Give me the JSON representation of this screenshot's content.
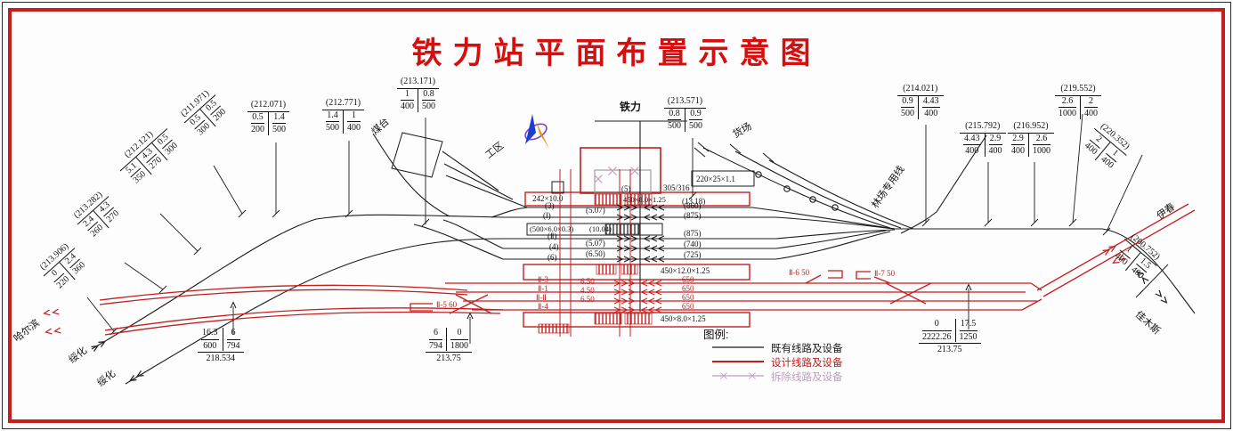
{
  "title": "铁力站平面布置示意图",
  "colors": {
    "design": "#c41e1e",
    "existing": "#1a1a1a",
    "demolish": "#bf9fbf",
    "title": "#d40f0f"
  },
  "legend": {
    "heading": "图例:",
    "existing": "既有线路及设备",
    "design": "设计线路及设备",
    "demolish": "拆除线路及设备"
  },
  "directions": {
    "harbin": "哈尔滨",
    "suihua_a": "绥化",
    "suihua_b": "绥化",
    "yichun": "伊春",
    "jiamusi": "佳木斯"
  },
  "areas": {
    "station": "铁力",
    "coal": "煤台",
    "work": "工区",
    "freight": "货场",
    "forest": "林场专用线"
  },
  "structures": {
    "p_top": "242×10.0",
    "p_top2": "450×8.0×1.25",
    "p_mid": "(500×6.0×0.3)",
    "p_mid2": "(10.04)",
    "p_low": "450×12.0×1.25",
    "p_bot": "450×8.0×1.25",
    "scale_box": "220×25×1.1",
    "n5": "(5)",
    "n5v": "305/316",
    "n13": "(13.18)"
  },
  "tracks": {
    "e3": "(3)",
    "e3u": "(860)",
    "e1": "(Ⅰ)",
    "e1l": "(5.07)",
    "e1u": "(875)",
    "e2": "(Ⅱ)",
    "e2u": "(875)",
    "e4": "(4)",
    "e4l": "(5.07)",
    "e4u": "(740)",
    "e6": "(6)",
    "e6l": "(6.50)",
    "e6u": "(725)",
    "d3": "Ⅱ-3",
    "d3l": "6.50",
    "d3u": "650",
    "d1": "Ⅱ-1",
    "d1l": "4.50",
    "d1u": "650",
    "d2": "Ⅱ-Ⅱ",
    "d2l": "6.50",
    "d2u": "650",
    "d4": "Ⅱ-4",
    "d4u": "650",
    "s5": "Ⅱ-5 60",
    "s6": "Ⅱ-6 50",
    "s7": "Ⅱ-7 50"
  },
  "callouts": [
    {
      "elev": "(213.906)",
      "f0n": "0",
      "f0d": "220",
      "f1n": "2.4",
      "f1d": "360"
    },
    {
      "elev": "(213.282)",
      "f0n": "2.4",
      "f0d": "260",
      "f1n": "4.3",
      "f1d": "270"
    },
    {
      "elev": "(212.121)",
      "f0n": "5.1",
      "f0d": "350",
      "f1n": "4.3",
      "f1d": "270",
      "f2n": "0.5",
      "f2d": "300"
    },
    {
      "elev": "(211.971)",
      "f0n": "0.5",
      "f0d": "300",
      "f1n": "0.5",
      "f1d": "200"
    },
    {
      "elev": "(212.071)",
      "f0n": "0.5",
      "f0d": "200",
      "f1n": "1.4",
      "f1d": "500"
    },
    {
      "elev": "(212.771)",
      "f0n": "1.4",
      "f0d": "500",
      "f1n": "1",
      "f1d": "400"
    },
    {
      "elev": "(213.171)",
      "f0n": "1",
      "f0d": "400",
      "f1n": "0.8",
      "f1d": "500"
    },
    {
      "elev": "(213.571)",
      "f0n": "0.8",
      "f0d": "500",
      "f1n": "0.9",
      "f1d": "500"
    },
    {
      "elev": "(214.021)",
      "f0n": "0.9",
      "f0d": "500",
      "f1n": "4.43",
      "f1d": "400"
    },
    {
      "elev": "(215.792)",
      "f0n": "4.43",
      "f0d": "400",
      "f1n": "2.9",
      "f1d": "400"
    },
    {
      "elev": "(216.952)",
      "f0n": "2.9",
      "f0d": "400",
      "f1n": "2.6",
      "f1d": "1000"
    },
    {
      "elev": "(219.552)",
      "f0n": "2.6",
      "f0d": "1000",
      "f1n": "2",
      "f1d": "400"
    },
    {
      "elev": "(220.352)",
      "f0n": "2",
      "f0d": "400",
      "f1n": "1",
      "f1d": "400"
    },
    {
      "elev": "(200.752)",
      "f0n": "1",
      "f0d": "400",
      "f1n": "1.5",
      "f1d": "400"
    }
  ],
  "totals": [
    {
      "f0n": "16.3",
      "f0d": "600",
      "f1n": "6",
      "f1d": "794",
      "total": "218.534"
    },
    {
      "f0n": "6",
      "f0d": "794",
      "f1n": "0",
      "f1d": "1800",
      "total": "213.75"
    },
    {
      "f0n": "0",
      "f0d": "2222.26",
      "f1n": "17.5",
      "f1d": "1250",
      "total": "213.75"
    }
  ]
}
